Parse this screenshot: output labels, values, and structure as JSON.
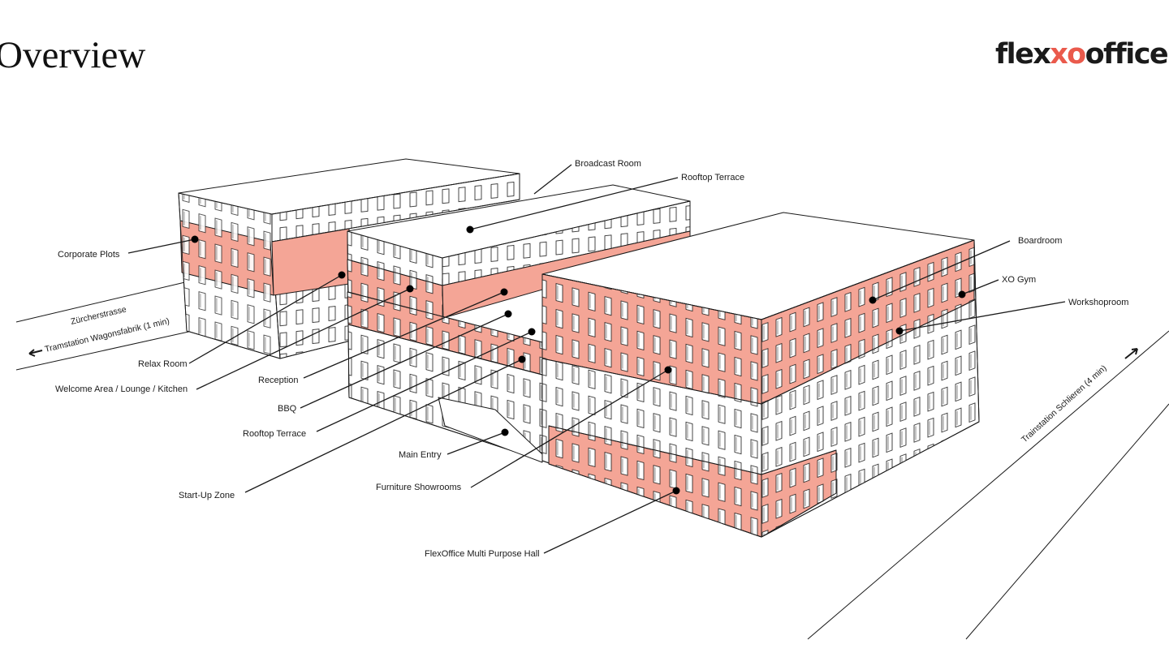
{
  "header": {
    "title": "Overview",
    "logo": {
      "part1": "flex",
      "part2": "xo",
      "part3": "office"
    }
  },
  "colors": {
    "accent": "#f4a596",
    "logo_accent": "#ea5a4c",
    "line": "#1a1a1a",
    "background": "#ffffff"
  },
  "streets": {
    "zurcherstrasse": "Zürcherstrasse",
    "tram_left": "Tramstation Wagonsfabrik (1 min)",
    "train_right": "Trainstation Schlieren (4 min)"
  },
  "labels": {
    "broadcast_room": "Broadcast Room",
    "rooftop_terrace_top": "Rooftop Terrace",
    "boardroom": "Boardroom",
    "xo_gym": "XO Gym",
    "workshoproom": "Workshoproom",
    "corporate_plots": "Corporate Plots",
    "relax_room": "Relax Room",
    "welcome_area": "Welcome Area / Lounge / Kitchen",
    "reception": "Reception",
    "bbq": "BBQ",
    "rooftop_terrace_low": "Rooftop Terrace",
    "main_entry": "Main Entry",
    "start_up_zone": "Start-Up Zone",
    "furniture_showrooms": "Furniture Showrooms",
    "multi_purpose_hall": "FlexOffice Multi Purpose Hall"
  }
}
